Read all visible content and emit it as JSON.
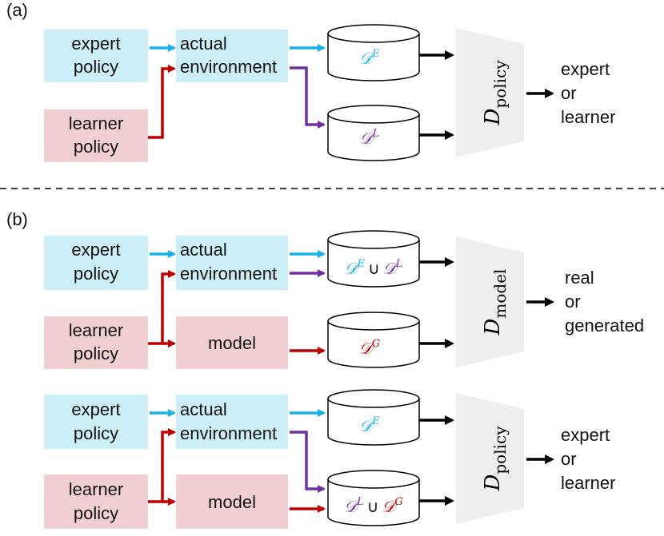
{
  "colors": {
    "expert_box": "#cceef8",
    "learner_box": "#f1cfd3",
    "model_box": "#f1cfd3",
    "env_box": "#cceef8",
    "blue_arrow": "#1ab0e8",
    "red_arrow": "#c00000",
    "purple_arrow": "#7030a0",
    "disc": "#efefef",
    "black": "#000000"
  },
  "panel_a": {
    "tag": "(a)",
    "expert": [
      "expert",
      "policy"
    ],
    "learner": [
      "learner",
      "policy"
    ],
    "env": [
      "actual",
      "environment"
    ],
    "db_top": {
      "D": "𝒟",
      "sup": "E",
      "sup_color": "blue"
    },
    "db_bottom": {
      "D": "𝒟",
      "sup": "L",
      "sup_color": "purple"
    },
    "disc": {
      "D": "D",
      "sub": "policy"
    },
    "output": [
      "expert",
      "or",
      "learner"
    ]
  },
  "panel_b": {
    "tag": "(b)",
    "top": {
      "expert": [
        "expert",
        "policy"
      ],
      "learner": [
        "learner",
        "policy"
      ],
      "env": [
        "actual",
        "environment"
      ],
      "model": "model",
      "db_top": {
        "D1": "𝒟",
        "sup1": "E",
        "union": "∪",
        "D2": "𝒟",
        "sup2": "L"
      },
      "db_bottom": {
        "D": "𝒟",
        "sup": "G"
      },
      "disc": {
        "D": "D",
        "sub": "model"
      },
      "output": [
        "real",
        "or",
        "generated"
      ]
    },
    "bottom": {
      "expert": [
        "expert",
        "policy"
      ],
      "learner": [
        "learner",
        "policy"
      ],
      "env": [
        "actual",
        "environment"
      ],
      "model": "model",
      "db_top": {
        "D": "𝒟",
        "sup": "E"
      },
      "db_bottom": {
        "D1": "𝒟",
        "sup1": "L",
        "union": "∪",
        "D2": "𝒟",
        "sup2": "G"
      },
      "disc": {
        "D": "D",
        "sub": "policy"
      },
      "output": [
        "expert",
        "or",
        "learner"
      ]
    }
  }
}
